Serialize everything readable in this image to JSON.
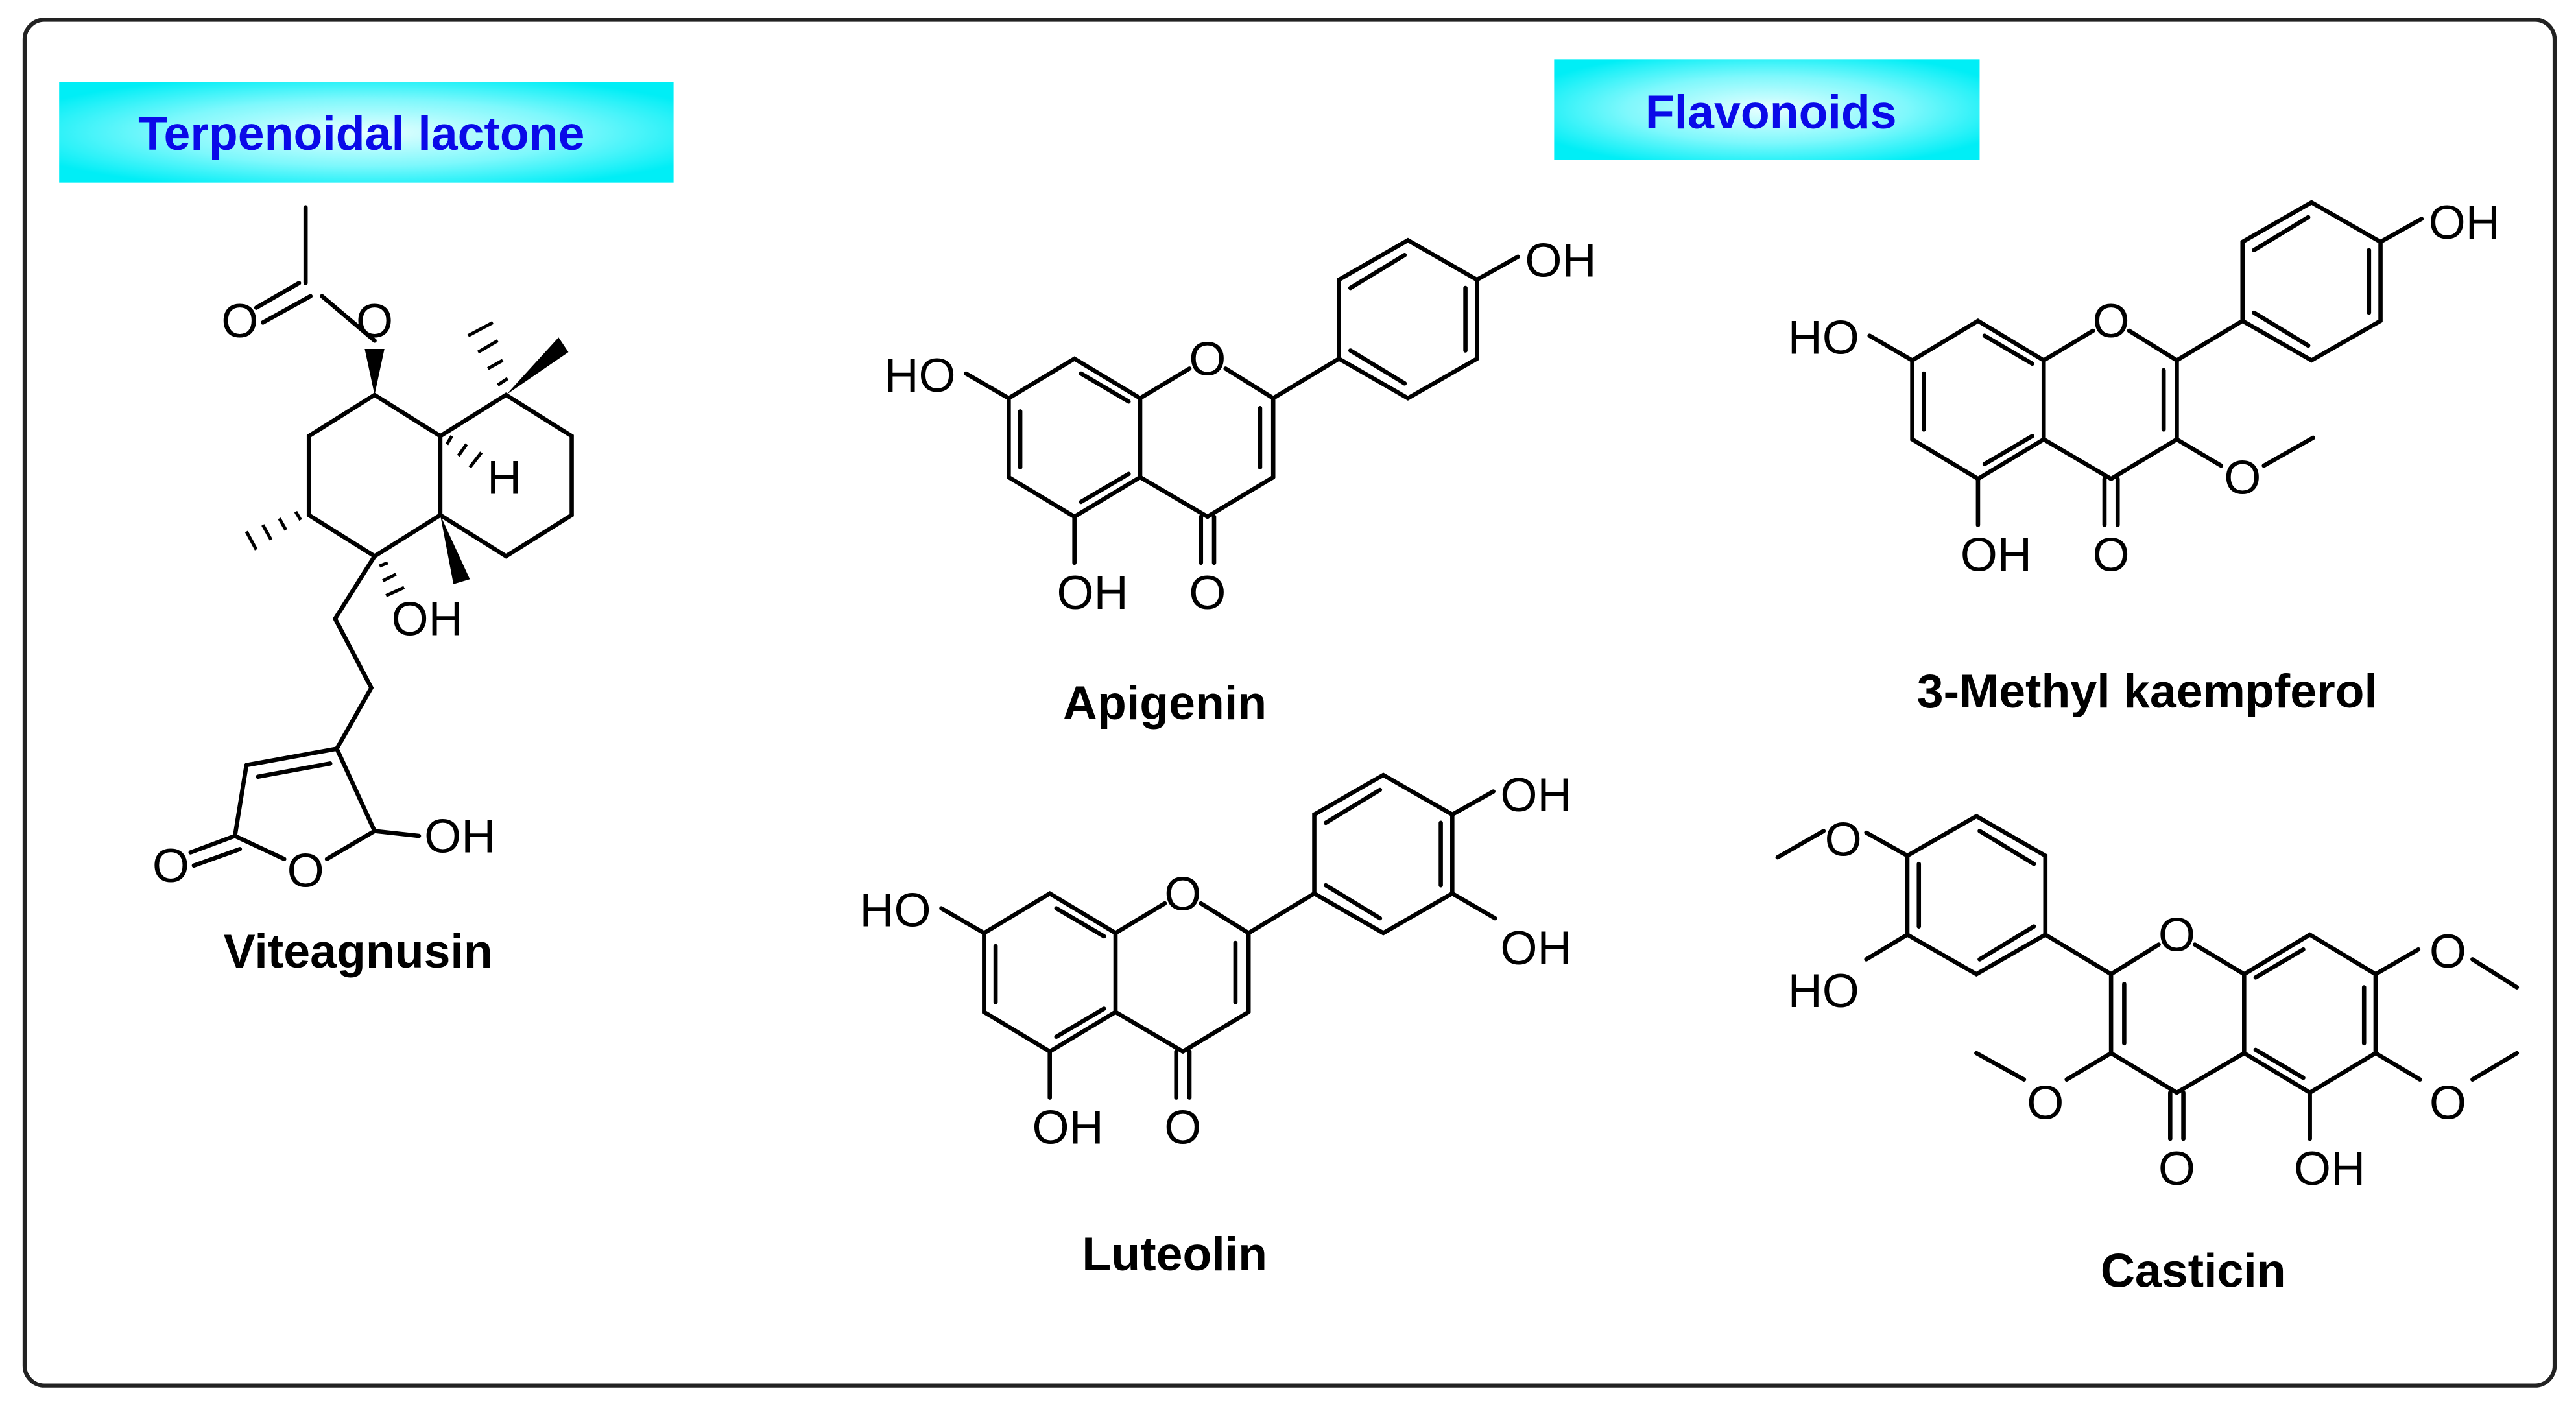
{
  "colors": {
    "header_box": "#00f0f8",
    "header_text": "#0a0ae8",
    "frame": "#222222"
  },
  "headers": {
    "terpenoid": "Terpenoidal lactone",
    "flavonoids": "Flavonoids"
  },
  "compounds": [
    {
      "name": "Viteagnusin",
      "atom_labels": [
        "O",
        "O",
        "H",
        "OH",
        "O",
        "O",
        "OH"
      ]
    },
    {
      "name": "Apigenin",
      "atom_labels": [
        "HO",
        "O",
        "OH",
        "O",
        "OH"
      ]
    },
    {
      "name": "Luteolin",
      "atom_labels": [
        "HO",
        "O",
        "OH",
        "O",
        "OH",
        "OH"
      ]
    },
    {
      "name": "3-Methyl kaempferol",
      "atom_labels": [
        "HO",
        "O",
        "OH",
        "O",
        "OH",
        "O"
      ]
    },
    {
      "name": "Casticin",
      "atom_labels": [
        "O",
        "HO",
        "O",
        "O",
        "O",
        "O",
        "O",
        "OH"
      ]
    }
  ]
}
